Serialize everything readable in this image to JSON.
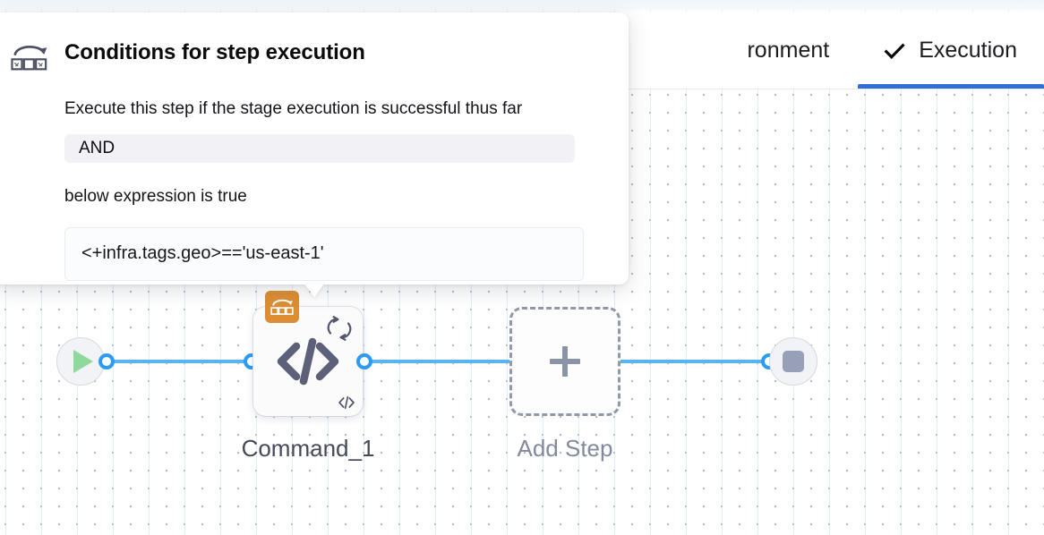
{
  "header": {
    "tabs": [
      {
        "label": "ronment",
        "icon": "",
        "active": false,
        "truncated": true
      },
      {
        "label": "Execution",
        "icon": "check-icon",
        "active": true,
        "truncated": false
      }
    ],
    "active_tab_color": "#2f6ed4"
  },
  "tooltip": {
    "icon": "conditional-execution-icon",
    "title": "Conditions for step execution",
    "description": "Execute this step if the stage execution is successful thus far",
    "operator": "AND",
    "operator_caption": "below expression is true",
    "expression": "<+infra.tags.geo>=='us-east-1'"
  },
  "pipeline": {
    "start_node": {
      "icon": "play-icon",
      "name": "start-node"
    },
    "end_node": {
      "icon": "stop-icon",
      "name": "end-node"
    },
    "step": {
      "label": "Command_1",
      "main_icon": "code-icon",
      "condition_badge_icon": "conditional-execution-icon",
      "loop_icon": "loop-retry-icon",
      "mini_icon": "code-icon",
      "badge_color": "#dd8e33"
    },
    "add_step": {
      "label": "Add Step",
      "icon": "plus-icon"
    },
    "edge_color": "#5bb4f2",
    "port_color": "#2b9bf4"
  }
}
